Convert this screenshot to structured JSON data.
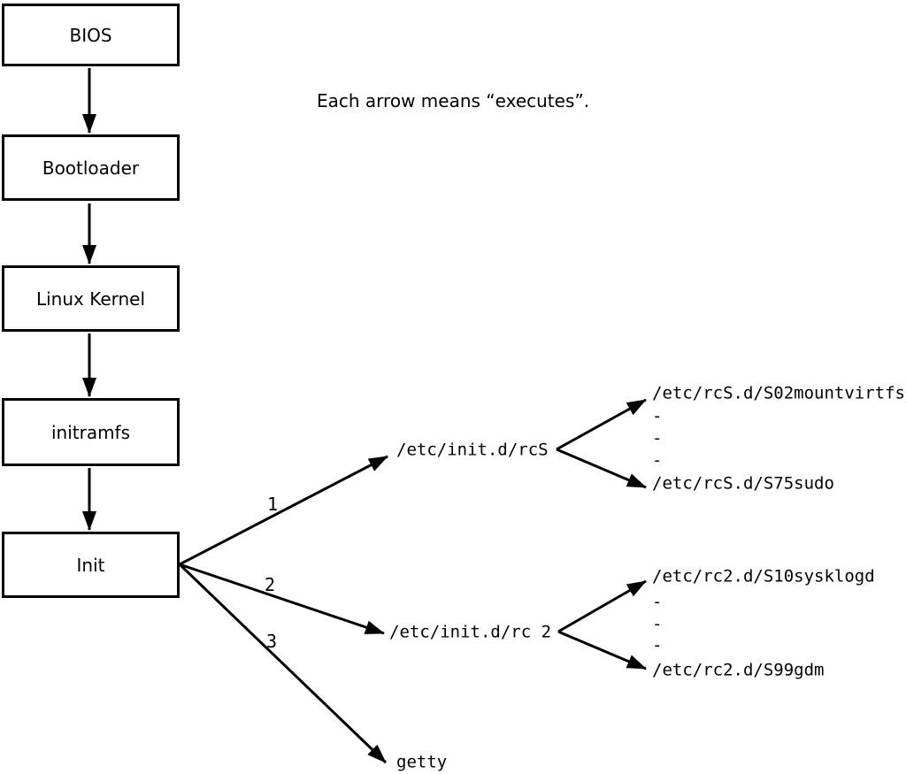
{
  "colors": {
    "background": "#ffffff",
    "line": "#000000",
    "text": "#000000"
  },
  "caption": {
    "text": "Each arrow means “executes”."
  },
  "boot_chain": {
    "boxes": [
      {
        "label": "BIOS"
      },
      {
        "label": "Bootloader"
      },
      {
        "label": "Linux Kernel"
      },
      {
        "label": "initramfs"
      },
      {
        "label": "Init"
      }
    ]
  },
  "init_branches": {
    "arrow_labels": {
      "rcs": "1",
      "rc2": "2",
      "getty": "3"
    },
    "targets": {
      "rcs_script": "/etc/init.d/rcS",
      "rc2_script": "/etc/init.d/rc 2",
      "getty": "getty"
    }
  },
  "rcs_children": {
    "first": "/etc/rcS.d/S02mountvirtfs",
    "ellipsis": [
      "-",
      "-",
      "-"
    ],
    "last": "/etc/rcS.d/S75sudo"
  },
  "rc2_children": {
    "first": "/etc/rc2.d/S10sysklogd",
    "ellipsis": [
      "-",
      "-",
      "-"
    ],
    "last": "/etc/rc2.d/S99gdm"
  }
}
